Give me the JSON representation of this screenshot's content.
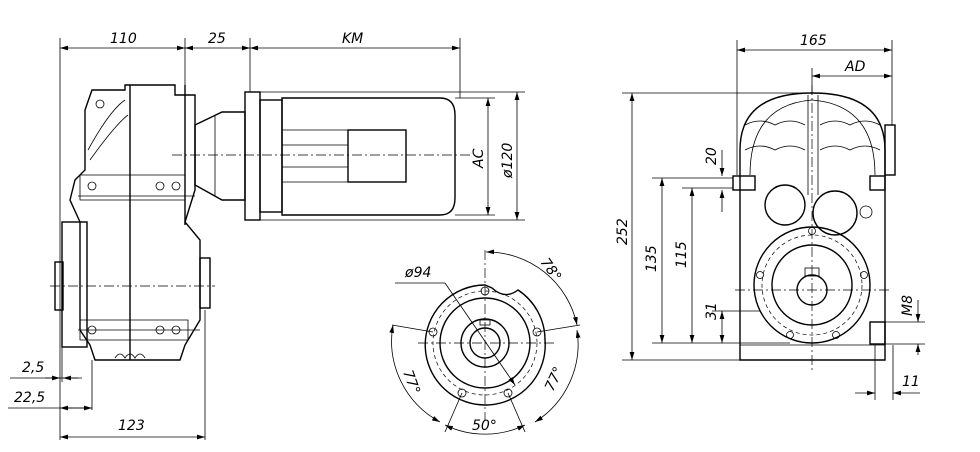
{
  "side_view": {
    "dim_gear_length": "110",
    "dim_adapter": "25",
    "dim_motor_length": "KM",
    "dim_motor_height": "AC",
    "dim_flange_dia": "ø120",
    "dim_offset_small": "2,5",
    "dim_offset_large": "22,5",
    "dim_base_length": "123"
  },
  "flange_view": {
    "dim_bolt_circle": "ø94",
    "angle_top_right": "78°",
    "angle_right": "77°",
    "angle_left": "77°",
    "angle_bottom": "50°"
  },
  "front_view": {
    "dim_width": "165",
    "dim_ad": "AD",
    "dim_total_height": "252",
    "dim_135": "135",
    "dim_115": "115",
    "dim_20": "20",
    "dim_31": "31",
    "dim_thread": "M8",
    "dim_11": "11"
  }
}
